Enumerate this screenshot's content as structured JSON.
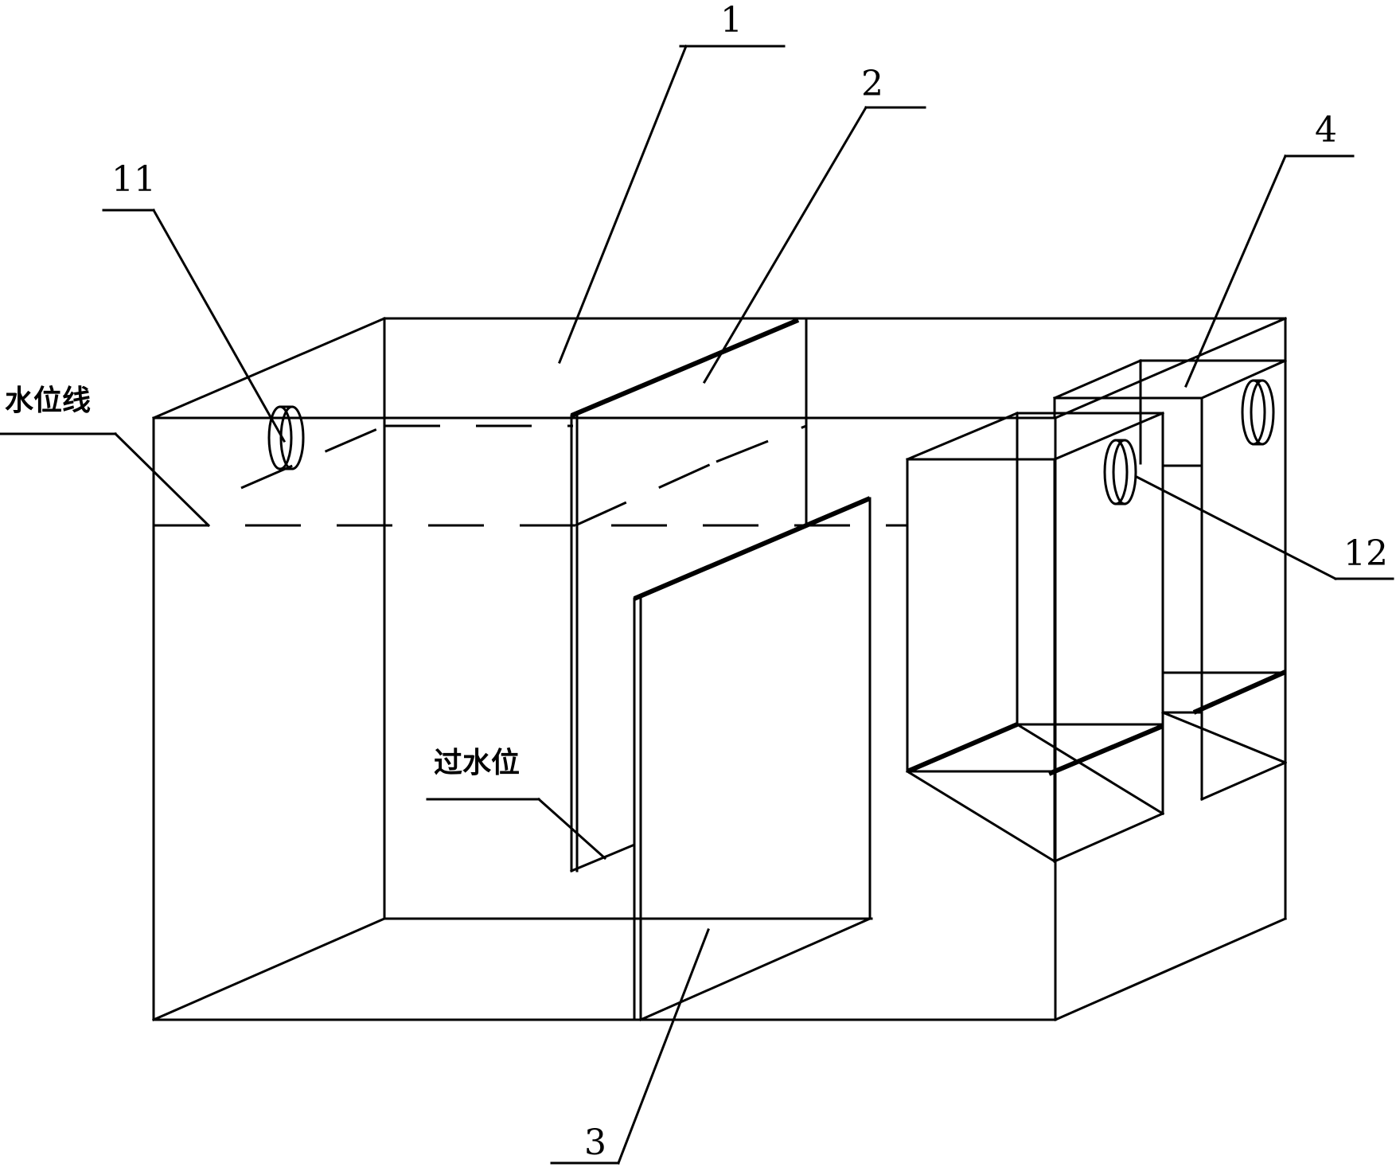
{
  "labels": {
    "tank": "1",
    "baffle_upper": "2",
    "baffle_lower": "3",
    "outlet_box": "4",
    "inlet_pipe": "11",
    "outlet_pipe": "12",
    "water_line": "水位线",
    "overflow_level": "过水位"
  },
  "colors": {
    "stroke": "#000000",
    "background": "#ffffff"
  }
}
